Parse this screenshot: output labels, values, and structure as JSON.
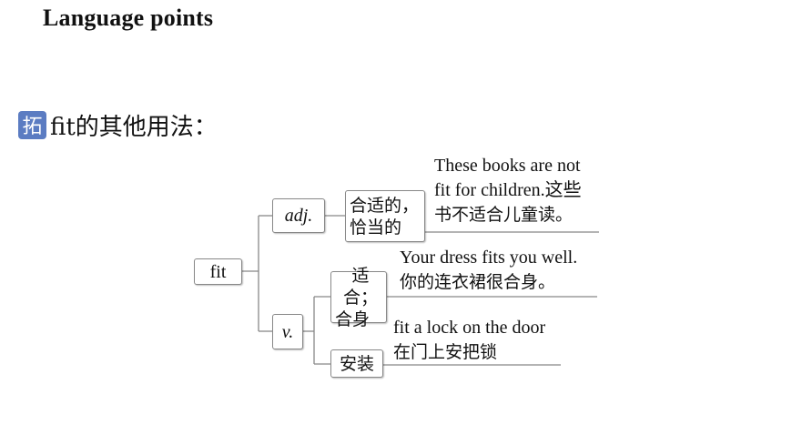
{
  "title": "Language points",
  "subheading": {
    "icon_char": "拓",
    "text": "fit的其他用法："
  },
  "tree": {
    "root": "fit",
    "adj": {
      "label": "adj.",
      "meaning_line1": "合适的，",
      "meaning_line2": "恰当的"
    },
    "v": {
      "label": "v.",
      "meaning1_line1": "适合；",
      "meaning1_line2": "合身",
      "meaning2": "安装"
    }
  },
  "examples": {
    "adj_ex": {
      "line1": "These books are not",
      "line2": "fit for children.这些",
      "line3": "书不适合儿童读。"
    },
    "v_ex1": {
      "line1": "Your dress fits you well.",
      "line2": "你的连衣裙很合身。"
    },
    "v_ex2": {
      "line1": "fit a lock on the door",
      "line2": "在门上安把锁"
    }
  }
}
